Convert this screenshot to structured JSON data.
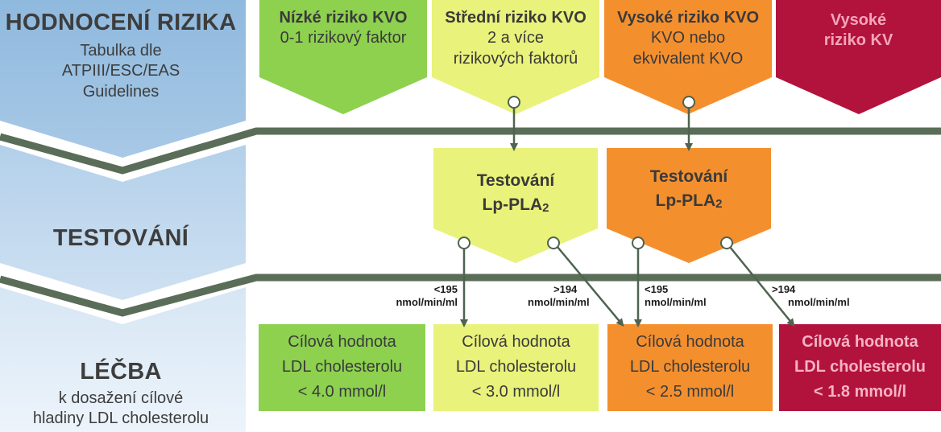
{
  "colors": {
    "green": "#8dd14f",
    "yellow": "#e9f27a",
    "orange": "#f48f2d",
    "crimson": "#b2133c",
    "band": "#5a6d58",
    "left_band_top": "#93bde0",
    "left_band_bottom": "#e9f2fa"
  },
  "left": {
    "assessment": {
      "title": "HODNOCENÍ RIZIKA",
      "line1": "Tabulka dle",
      "line2": "ATPIII/ESC/EAS",
      "line3": "Guidelines"
    },
    "testing": {
      "title": "TESTOVÁNÍ"
    },
    "treatment": {
      "title": "LÉČBA",
      "line1": "k dosažení cílové",
      "line2": "hladiny LDL cholesterolu"
    }
  },
  "risk": [
    {
      "head": "Nízké riziko KVO",
      "lines": [
        "0-1 rizikový faktor"
      ]
    },
    {
      "head": "Střední riziko KVO",
      "lines": [
        "2 a více",
        "rizikových faktorů"
      ]
    },
    {
      "head": "Vysoké riziko KVO",
      "lines": [
        "KVO nebo",
        "ekvivalent KVO"
      ]
    },
    {
      "head": "Vysoké",
      "lines": [
        "riziko KV"
      ]
    }
  ],
  "testing": [
    {
      "line1": "Testování",
      "line2_main": "Lp-PLA",
      "line2_sub": "2"
    },
    {
      "line1": "Testování",
      "line2_main": "Lp-PLA",
      "line2_sub": "2"
    }
  ],
  "thresholds": [
    {
      "value": "<195",
      "unit": "nmol/min/ml"
    },
    {
      "value": ">194",
      "unit": "nmol/min/ml"
    },
    {
      "value": "<195",
      "unit": "nmol/min/ml"
    },
    {
      "value": ">194",
      "unit": "nmol/min/ml"
    }
  ],
  "targets": [
    {
      "l1": "Cílová hodnota",
      "l2": "LDL cholesterolu",
      "l3": "< 4.0 mmol/l"
    },
    {
      "l1": "Cílová hodnota",
      "l2": "LDL cholesterolu",
      "l3": "< 3.0 mmol/l"
    },
    {
      "l1": "Cílová hodnota",
      "l2": "LDL cholesterolu",
      "l3": "< 2.5 mmol/l"
    },
    {
      "l1": "Cílová hodnota",
      "l2": "LDL cholesterolu",
      "l3": "< 1.8 mmol/l"
    }
  ]
}
